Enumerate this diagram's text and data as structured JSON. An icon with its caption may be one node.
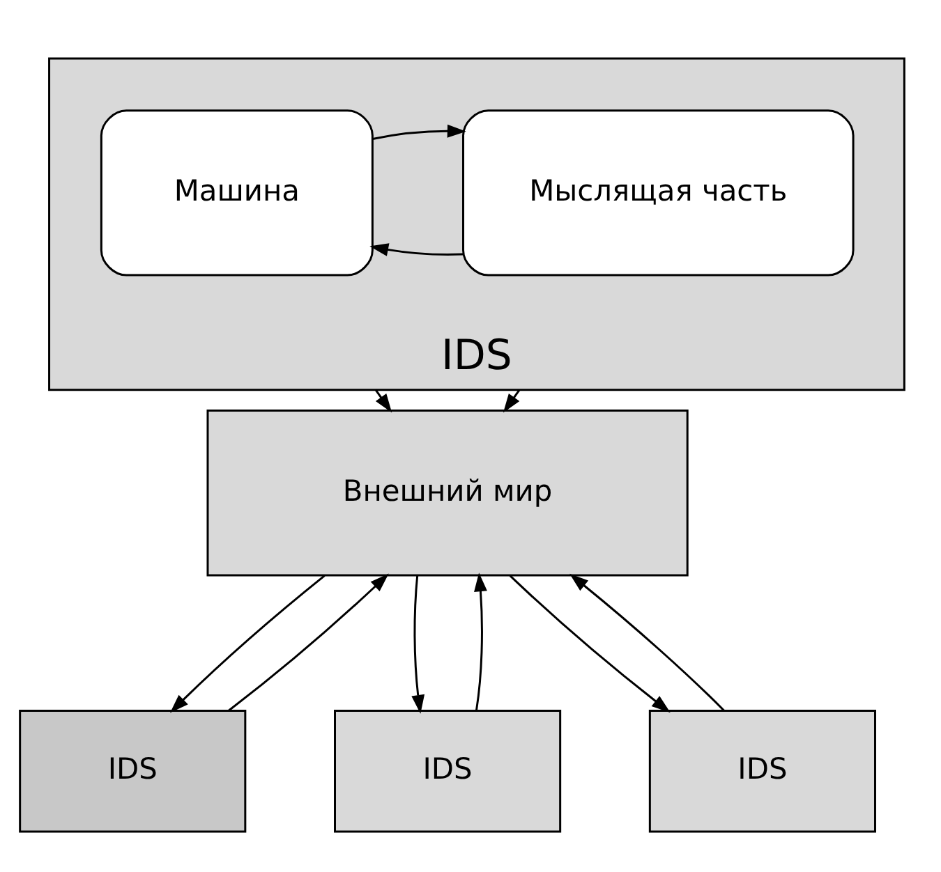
{
  "diagram": {
    "nodes": [
      {
        "text": [
          "IDS"
        ]
      },
      {
        "text": [
          "Мыслящая часть"
        ],
        "in": 0
      },
      {
        "text": [
          "Машина"
        ],
        "in": 0
      },
      {
        "text": [
          "Внешний мир"
        ]
      },
      {
        "text": [
          "IDS"
        ]
      },
      {
        "text": [
          "IDS"
        ]
      },
      {
        "text": [
          "IDS"
        ]
      }
    ],
    "edges": [
      {
        "from": 1,
        "to": 2,
        "arrow": "to"
      },
      {
        "from": 2,
        "to": 1,
        "arrow": "to"
      },
      {
        "from": 0,
        "to": 3,
        "arrow": "to"
      },
      {
        "from": 0,
        "to": 3,
        "arrow": "to"
      },
      {
        "from": 4,
        "to": 3,
        "arrow": "to"
      },
      {
        "from": 3,
        "to": 4,
        "arrow": "to"
      },
      {
        "from": 5,
        "to": 3,
        "arrow": "to"
      },
      {
        "from": 3,
        "to": 5,
        "arrow": "to"
      },
      {
        "from": 6,
        "to": 3,
        "arrow": "to"
      },
      {
        "from": 3,
        "to": 6,
        "arrow": "to"
      }
    ]
  }
}
